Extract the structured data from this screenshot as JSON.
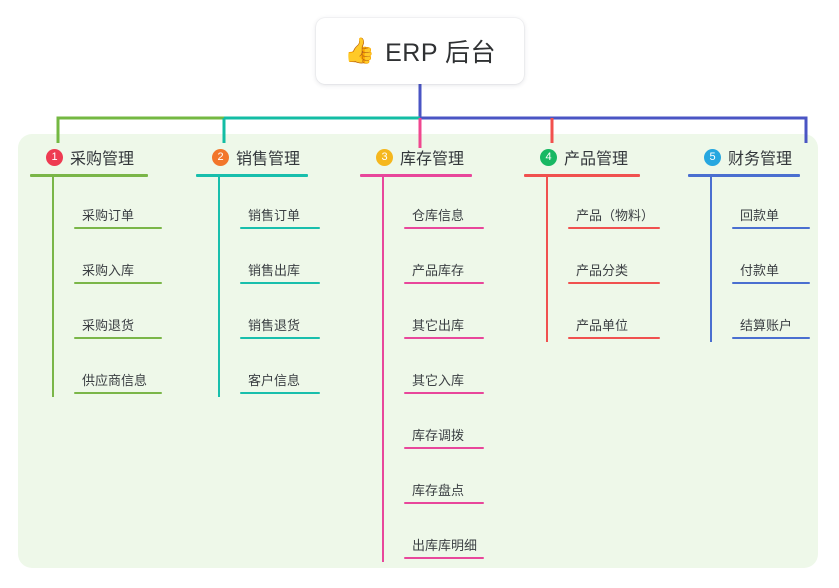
{
  "root": {
    "icon": "thumbs-up-emoji",
    "emoji": "👍",
    "title": "ERP 后台"
  },
  "theme": {
    "panel_background": "#eef8e9",
    "page_background": "#ffffff",
    "card_background": "#ffffff",
    "title_color": "#2f3133",
    "stem_color": "#4a55c4",
    "bus_left_color": "#74b842",
    "bus_mid_color": "#13bda4",
    "bus_right_color": "#4a55c4"
  },
  "columns": [
    {
      "number": "1",
      "title": "采购管理",
      "badge_color": "#ee3b52",
      "line_color": "#7ab648",
      "drop_color": "#74b842",
      "items": [
        {
          "label": "采购订单"
        },
        {
          "label": "采购入库"
        },
        {
          "label": "采购退货"
        },
        {
          "label": "供应商信息"
        }
      ]
    },
    {
      "number": "2",
      "title": "销售管理",
      "badge_color": "#f2762b",
      "line_color": "#18bfac",
      "drop_color": "#13bda4",
      "items": [
        {
          "label": "销售订单"
        },
        {
          "label": "销售出库"
        },
        {
          "label": "销售退货"
        },
        {
          "label": "客户信息"
        }
      ]
    },
    {
      "number": "3",
      "title": "库存管理",
      "badge_color": "#f5b71d",
      "line_color": "#e8479b",
      "drop_color": "#f0478f",
      "items": [
        {
          "label": "仓库信息"
        },
        {
          "label": "产品库存"
        },
        {
          "label": "其它出库"
        },
        {
          "label": "其它入库"
        },
        {
          "label": "库存调拨"
        },
        {
          "label": "库存盘点"
        },
        {
          "label": "出库库明细"
        }
      ]
    },
    {
      "number": "4",
      "title": "产品管理",
      "badge_color": "#18b863",
      "line_color": "#f0514f",
      "drop_color": "#f2504d",
      "items": [
        {
          "label": "产品（物料）"
        },
        {
          "label": "产品分类"
        },
        {
          "label": "产品单位"
        }
      ]
    },
    {
      "number": "5",
      "title": "财务管理",
      "badge_color": "#26a7e0",
      "line_color": "#4a6fd0",
      "drop_color": "#4a55c4",
      "items": [
        {
          "label": "回款单"
        },
        {
          "label": "付款单"
        },
        {
          "label": "结算账户"
        }
      ]
    }
  ]
}
